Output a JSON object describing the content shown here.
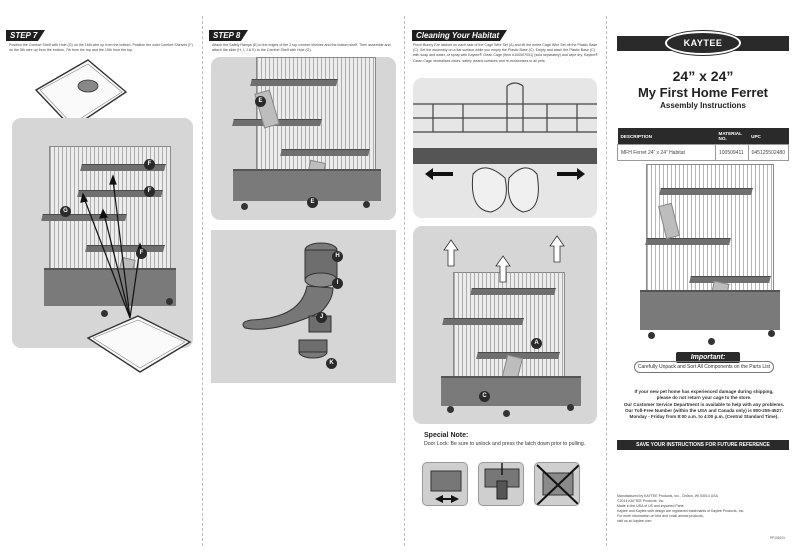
{
  "step7": {
    "heading": "STEP 7",
    "text": "Position the Comfort Shelf with Hole (G) on the 16th wire up from the bottom. Position the solid Comfort Shelves (F) on the 5th wire up from the bottom, 7th from the top and the 15th from the top.",
    "callouts": [
      "F",
      "F",
      "G",
      "F"
    ]
  },
  "step8": {
    "heading": "STEP 8",
    "text": "Attach the Safety Ramps (E) to the edges of the 2 top comfort shelves and the bottom shelf. Then assemble and attach the slide (H, I, J & K) to the Comfort Shelf with Hole (G).",
    "callouts": [
      "E",
      "E",
      "H",
      "I",
      "J",
      "K"
    ]
  },
  "cleaning": {
    "heading": "Cleaning Your Habitat",
    "text": "Pinch Bunny Ear latches on each side of the Cage Wire Set (A) and lift the entire Cage Wire Set off the Plastic Base (C). Set the assembly on a flat surface while you empty the Plastic Base (C). Empty and wash the Plastic Base (C) with soap and water, or spray with Kaytee® Clean Cage (Item #100507051) (sold separately) and wipe dry. Kaytee® Clean Cage neutralizes odors, safely cleans surfaces and re-moisturizes to all pets.",
    "callouts": [
      "A",
      "C"
    ]
  },
  "special_note": {
    "title": "Special Note:",
    "text": "Door Lock: Be sure to unlock and press the latch down prior to pulling."
  },
  "cover": {
    "brand": "KAYTEE",
    "size": "24” x 24”",
    "product": "My First Home Ferret",
    "subtitle": "Assembly Instructions",
    "table": {
      "headers": [
        "DESCRIPTION",
        "MATERIAL NO.",
        "UPC"
      ],
      "rows": [
        [
          "MFH Ferret 24” x 24” Habitat",
          "100509411",
          "045125502480"
        ]
      ]
    },
    "important_heading": "Important:",
    "important_text": "Carefully Unpack and Sort All Components on the Parts List",
    "warning_lines": [
      "If your new pet home has experienced damage during shipping,",
      "please do not return your cage to the store.",
      "Our Customer Service Department is available to help with any problems.",
      "Our Toll-Free Number (within the USA and Canada only) is 800-255-4527.",
      "Monday - Friday from 8:00 a.m. to 4:00 p.m. (Central Standard Time)."
    ],
    "save_bar": "SAVE YOUR INSTRUCTIONS FOR FUTURE REFERENCE",
    "footer_lines": [
      "Manufactured by KAYTEE Products, Inc., Chilton, WI 53014 USA",
      "©2014 KAYTEE Products, Inc.",
      "Made in the USA of US and imported Parts",
      "Kaytee and Kaytee with design are registered trademarks of Kaytee Products, Inc.",
      "For more information on bird and small animal products,",
      "visit us at: kaytee.com"
    ],
    "code": "PP10621V"
  }
}
